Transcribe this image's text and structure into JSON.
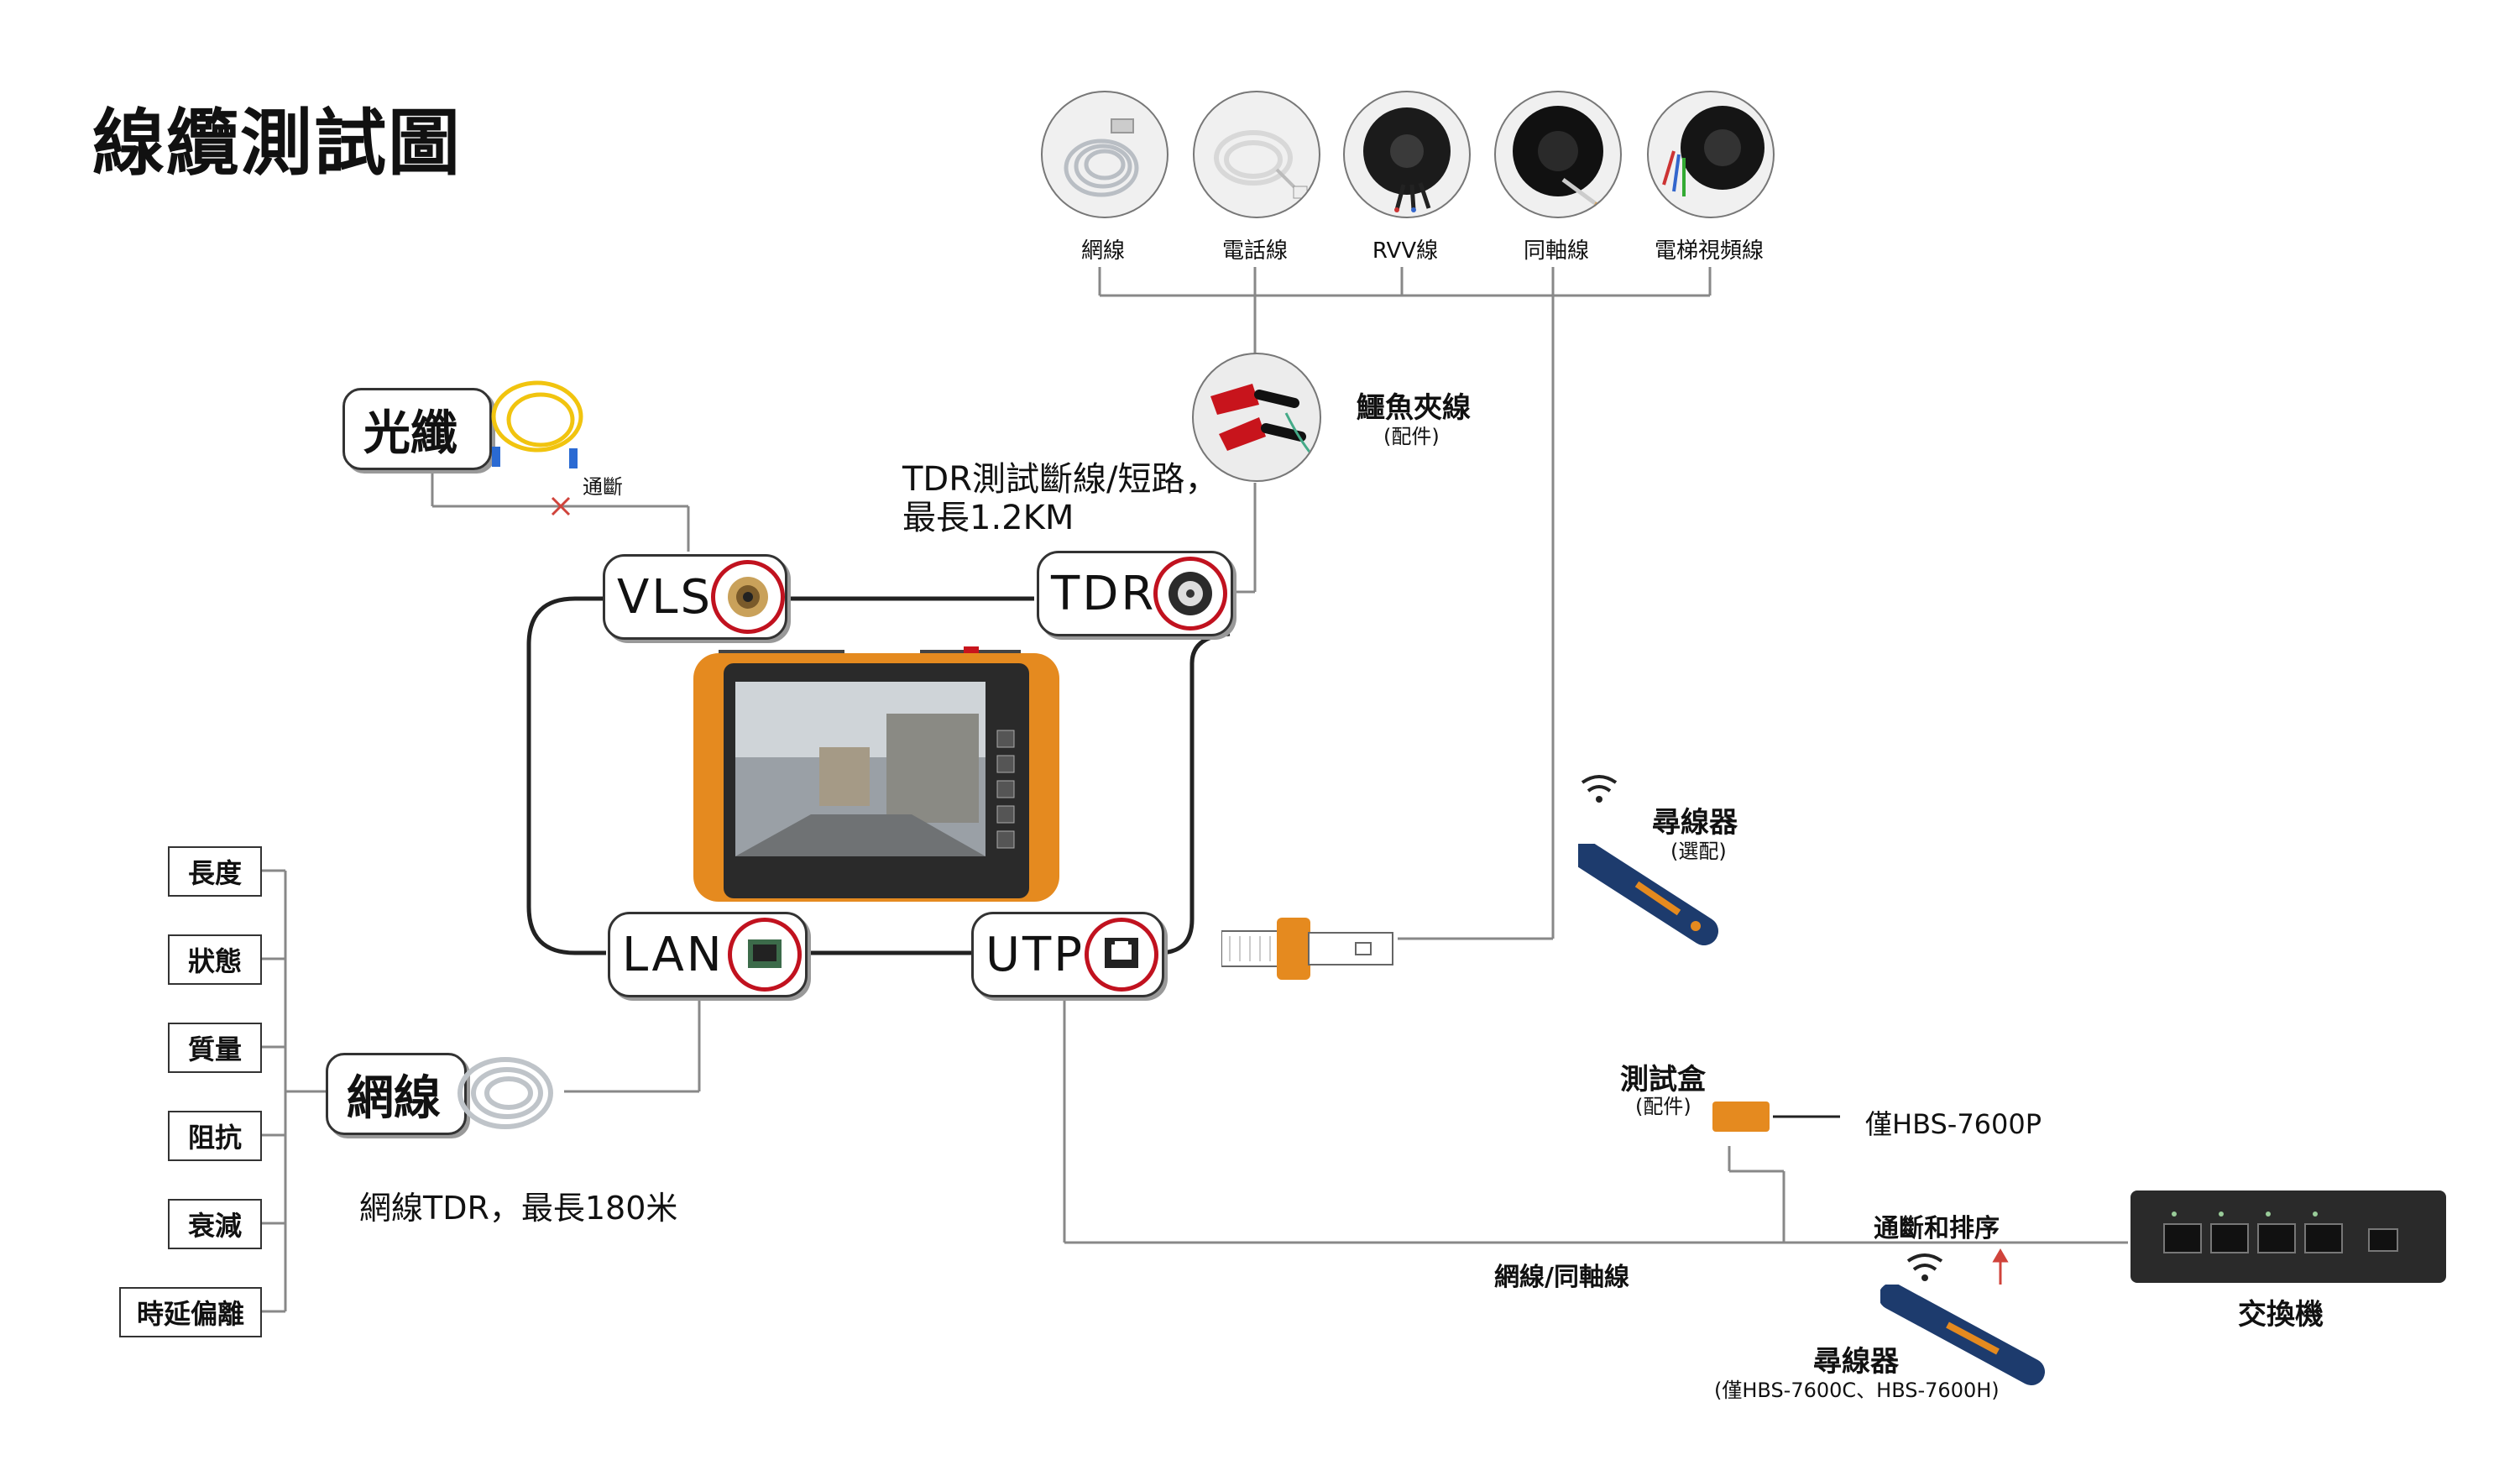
{
  "title": "線纜測試圖",
  "cables": [
    {
      "label": "網線",
      "icon": "network-cable-icon"
    },
    {
      "label": "電話線",
      "icon": "phone-cable-icon"
    },
    {
      "label": "RVV線",
      "icon": "rvv-cable-icon"
    },
    {
      "label": "同軸線",
      "icon": "coax-cable-icon"
    },
    {
      "label": "電梯視頻線",
      "icon": "elevator-video-cable-icon"
    }
  ],
  "fiber": {
    "label": "光纖",
    "note": "通斷"
  },
  "clip": {
    "label": "鱷魚夾線",
    "sub": "(配件)"
  },
  "tdr_note": {
    "line1": "TDR測試斷線/短路，",
    "line2": "最長1.2KM"
  },
  "ports": {
    "vls": "VLS",
    "tdr": "TDR",
    "lan": "LAN",
    "utp": "UTP"
  },
  "finder_top": {
    "label": "尋線器",
    "sub": "(選配)"
  },
  "finder_bottom": {
    "label": "尋線器",
    "sub": "(僅HBS-7600C、HBS-7600H)"
  },
  "test_box": {
    "label": "測試盒",
    "sub": "(配件)",
    "note": "僅HBS-7600P"
  },
  "network": {
    "label": "網線",
    "tdr_note": "網線TDR，最長180米"
  },
  "params": [
    "長度",
    "狀態",
    "質量",
    "阻抗",
    "衰減",
    "時延偏離"
  ],
  "route": {
    "label": "網線/同軸線",
    "order": "通斷和排序"
  },
  "switch": {
    "label": "交換機"
  },
  "colors": {
    "accent": "#e58a1f",
    "port_ring": "#c1121f",
    "line": "#888888"
  }
}
